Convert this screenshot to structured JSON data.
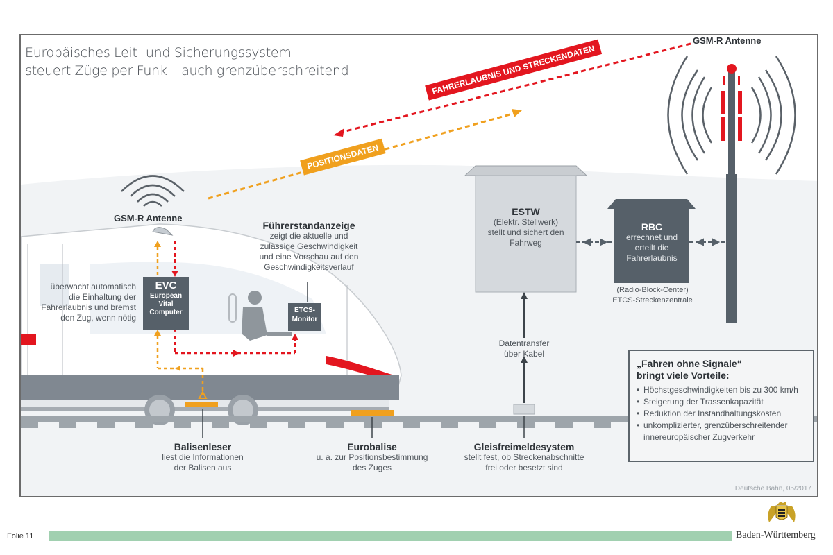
{
  "title": {
    "line1": "Europäisches Leit- und Sicherungssystem",
    "line2": "steuert Züge per Funk – auch grenzüberschreitend"
  },
  "flows": {
    "route_data": "FAHRERLAUBNIS UND STRECKENDATEN",
    "position_data": "POSITIONSDATEN"
  },
  "tower": {
    "label": "GSM-R Antenne"
  },
  "train_antenna": {
    "label": "GSM-R Antenne"
  },
  "cab_display": {
    "title": "Führerstandanzeige",
    "desc": [
      "zeigt die aktuelle und",
      "zulässige Geschwindigkeit",
      "und eine Vorschau auf den",
      "Geschwindigkeitsverlauf"
    ]
  },
  "evc": {
    "abbr": "EVC",
    "full": [
      "European",
      "Vital",
      "Computer"
    ],
    "desc": [
      "überwacht automatisch",
      "die Einhaltung der",
      "Fahrerlaubnis und bremst",
      "den Zug, wenn nötig"
    ]
  },
  "etcs_monitor": {
    "line1": "ETCS-",
    "line2": "Monitor"
  },
  "estw": {
    "title": "ESTW",
    "desc": [
      "(Elektr. Stellwerk)",
      "stellt und sichert den",
      "Fahrweg"
    ]
  },
  "rbc": {
    "title": "RBC",
    "desc": [
      "errechnet und",
      "erteilt die",
      "Fahrerlaubnis"
    ],
    "caption": [
      "(Radio-Block-Center)",
      "ETCS-Streckenzentrale"
    ]
  },
  "cable": {
    "label": [
      "Datentransfer",
      "über Kabel"
    ]
  },
  "bottom_labels": [
    {
      "title": "Balisenleser",
      "desc": [
        "liest die Informationen",
        "der Balisen aus"
      ]
    },
    {
      "title": "Eurobalise",
      "desc": [
        "u. a. zur Positionsbestimmung",
        "des Zuges"
      ]
    },
    {
      "title": "Gleisfreimeldesystem",
      "desc": [
        "stellt fest, ob Streckenabschnitte",
        "frei oder besetzt sind"
      ]
    }
  ],
  "benefits": {
    "title_line1": "„Fahren ohne Signale“",
    "title_line2": "bringt viele Vorteile:",
    "items": [
      "Höchstgeschwindigkeiten bis zu 300 km/h",
      "Steigerung der Trassenkapazität",
      "Reduktion der Instandhaltungskosten",
      "unkomplizierter, grenzüberschreitender innereuropäischer Zugverkehr"
    ]
  },
  "source": "Deutsche Bahn, 05/2017",
  "footer": {
    "slide_label": "Folie 11",
    "brand": "Baden-Württemberg"
  },
  "colors": {
    "red": "#e3161f",
    "orange": "#f0a01e",
    "dark_gray": "#566069",
    "footer_green": "#a1d0b0"
  }
}
